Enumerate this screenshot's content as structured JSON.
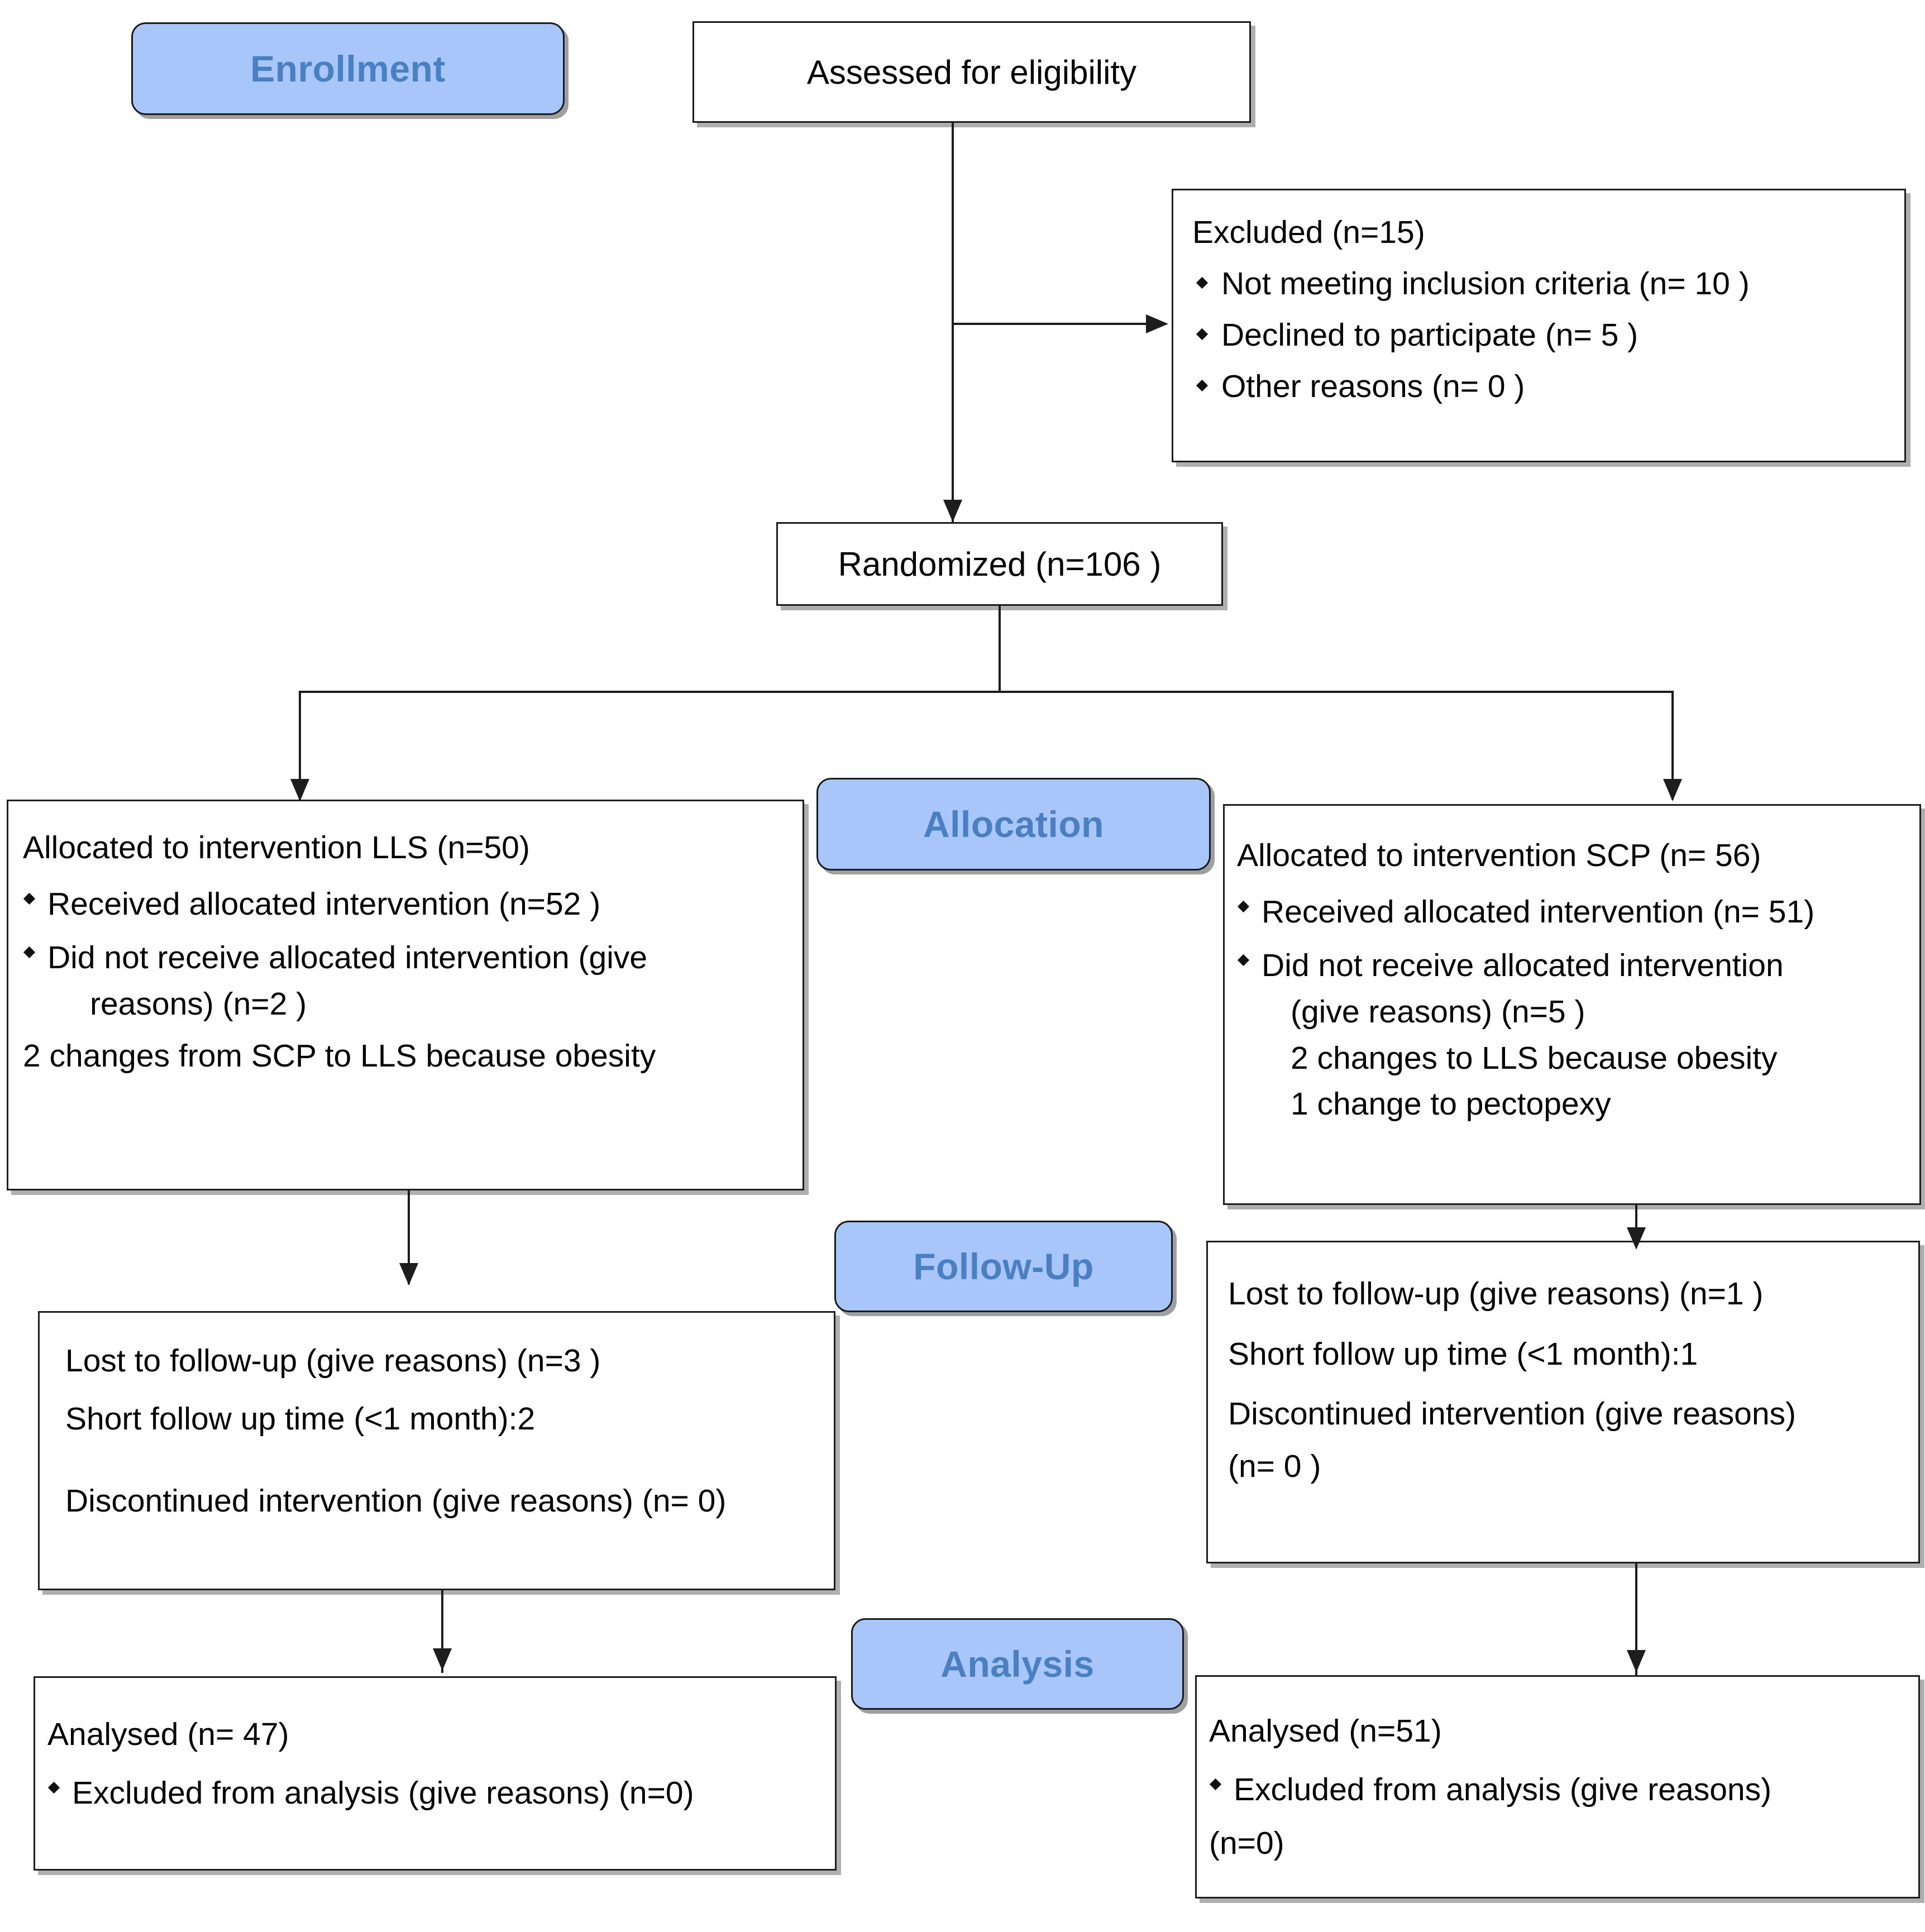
{
  "diagram": {
    "title": "CONSORT participant flow diagram",
    "accent_blue_fill": "#a8c6fa",
    "accent_blue_text": "#4a7fc1",
    "box_border": "#1d1d1d"
  },
  "stages": {
    "enrollment": "Enrollment",
    "allocation": "Allocation",
    "followup": "Follow-Up",
    "analysis": "Analysis"
  },
  "enrollment": {
    "assessed": "Assessed for eligibility",
    "excluded_title": "Excluded (n=15)",
    "excluded_reasons": [
      "Not meeting inclusion criteria (n= 10 )",
      "Declined to participate (n= 5 )",
      "Other reasons (n= 0 )"
    ],
    "randomized": "Randomized (n=106 )"
  },
  "allocation": {
    "left": {
      "title": "Allocated to intervention LLS (n=50)",
      "bullets": [
        "Received allocated intervention (n=52 )",
        "Did not receive allocated intervention (give"
      ],
      "bullet2_cont": "reasons) (n=2 )",
      "note": "2 changes from SCP to LLS because obesity"
    },
    "right": {
      "title": "Allocated to intervention SCP (n= 56)",
      "bullets": [
        "Received allocated intervention (n= 51)",
        "Did not receive allocated intervention"
      ],
      "bullet2_cont": "(give reasons) (n=5    )",
      "notes": [
        "2 changes to LLS because obesity",
        "1 change to pectopexy"
      ]
    }
  },
  "followup": {
    "left": {
      "lines": [
        "Lost to follow-up (give reasons) (n=3 )",
        "Short follow up time (<1 month):2",
        "",
        "Discontinued intervention (give reasons) (n= 0)"
      ]
    },
    "right": {
      "lines": [
        "Lost to follow-up (give reasons) (n=1 )",
        "Short follow up time (<1 month):1",
        "Discontinued intervention (give reasons)",
        "(n= 0 )"
      ]
    }
  },
  "analysis": {
    "left": {
      "title": "Analysed (n= 47)",
      "bullets": [
        "Excluded from analysis (give reasons) (n=0)"
      ]
    },
    "right": {
      "title": "Analysed (n=51)",
      "bullets": [
        "Excluded from analysis (give reasons)"
      ],
      "bullet_cont": "(n=0)"
    }
  }
}
